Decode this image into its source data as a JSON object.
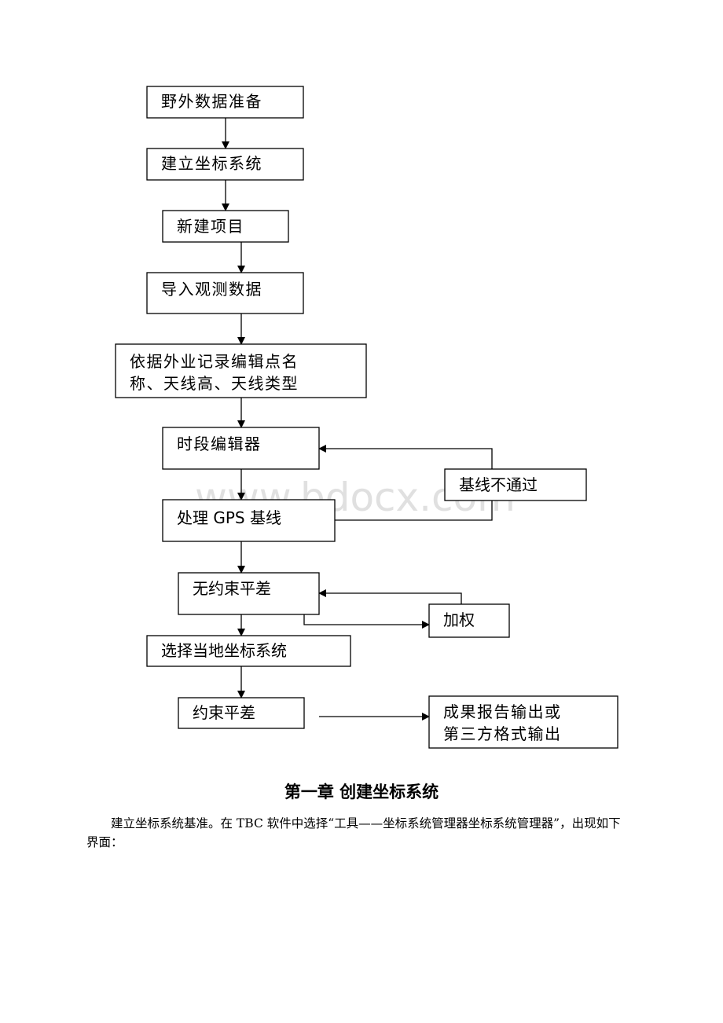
{
  "flowchart": {
    "watermark": "www.bdocx.com",
    "nodes": [
      {
        "id": "n1",
        "lines": [
          "野外数据准备"
        ]
      },
      {
        "id": "n2",
        "lines": [
          "建立坐标系统"
        ]
      },
      {
        "id": "n3",
        "lines": [
          "新建项目"
        ]
      },
      {
        "id": "n4",
        "lines": [
          "导入观测数据"
        ]
      },
      {
        "id": "n5",
        "lines": [
          "依据外业记录编辑点名",
          "称、天线高、天线类型"
        ]
      },
      {
        "id": "n6",
        "lines": [
          "时段编辑器"
        ]
      },
      {
        "id": "n7",
        "lines": [
          "处理 GPS 基线"
        ]
      },
      {
        "id": "n8",
        "lines": [
          "基线不通过"
        ]
      },
      {
        "id": "n9",
        "lines": [
          "无约束平差"
        ]
      },
      {
        "id": "n10",
        "lines": [
          "加权"
        ]
      },
      {
        "id": "n11",
        "lines": [
          "选择当地坐标系统"
        ]
      },
      {
        "id": "n12",
        "lines": [
          "约束平差"
        ]
      },
      {
        "id": "n13",
        "lines": [
          "成果报告输出或",
          "第三方格式输出"
        ]
      }
    ],
    "edges": [
      {
        "from": "n1",
        "to": "n2"
      },
      {
        "from": "n2",
        "to": "n3"
      },
      {
        "from": "n3",
        "to": "n4"
      },
      {
        "from": "n4",
        "to": "n5"
      },
      {
        "from": "n5",
        "to": "n6"
      },
      {
        "from": "n6",
        "to": "n7"
      },
      {
        "from": "n7",
        "to": "n8"
      },
      {
        "from": "n8",
        "to": "n6"
      },
      {
        "from": "n7",
        "to": "n9"
      },
      {
        "from": "n9",
        "to": "n10"
      },
      {
        "from": "n10",
        "to": "n9"
      },
      {
        "from": "n9",
        "to": "n11"
      },
      {
        "from": "n11",
        "to": "n12"
      },
      {
        "from": "n12",
        "to": "n13"
      }
    ]
  },
  "chapter": {
    "title": "第一章 创建坐标系统",
    "paragraph": "建立坐标系统基准。在 TBC 软件中选择“工具——坐标系统管理器坐标系统管理器”，出现如下界面："
  }
}
